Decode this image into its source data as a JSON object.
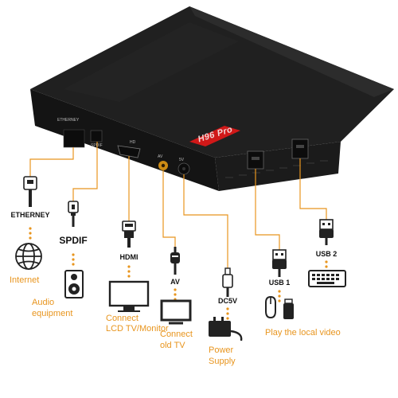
{
  "device": {
    "brand_text": "H96 Pro",
    "panel_ports": {
      "ethernet": "ETHERNEY",
      "spdif": "SPDIF",
      "hd": "HD",
      "av": "AV",
      "dc": "5V"
    }
  },
  "ports": {
    "ethernet": "ETHERNEY",
    "spdif": "SPDIF",
    "hdmi": "HDMI",
    "av": "AV",
    "dc": "DC5V",
    "usb1": "USB 1",
    "usb2": "USB 2"
  },
  "destinations": {
    "internet": "Internet",
    "audio_l1": "Audio",
    "audio_l2": "equipment",
    "tv1_l1": "Connect",
    "tv1_l2": "LCD TV/Monitor",
    "tv2_l1": "Connect",
    "tv2_l2": "old TV",
    "power_l1": "Power",
    "power_l2": "Supply",
    "usb": "Play the local video"
  },
  "colors": {
    "accent": "#e8951e",
    "device": "#1b1b1b",
    "red_band": "#d01818"
  },
  "icons": [
    "globe-icon",
    "speaker-icon",
    "monitor-icon",
    "old-tv-icon",
    "power-adapter-icon",
    "mouse-icon",
    "usb-drive-icon",
    "keyboard-icon"
  ]
}
